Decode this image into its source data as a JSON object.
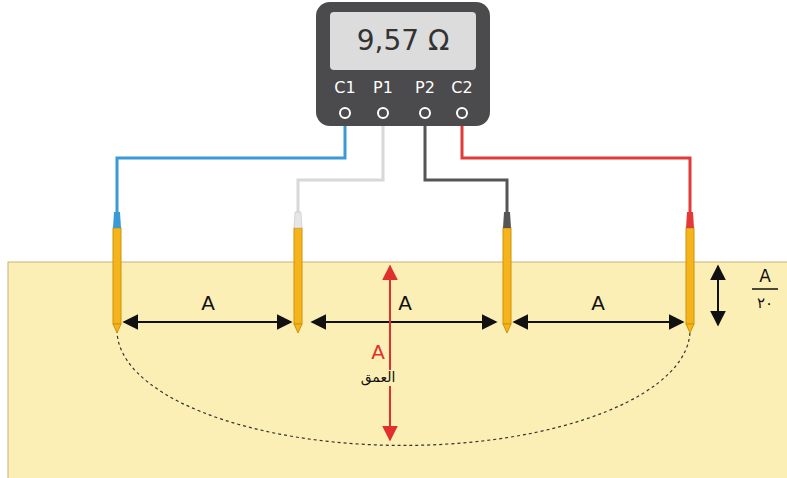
{
  "diagram": {
    "nodes": [
      {
        "text": [
          "C1",
          "P1",
          "P2",
          "C2"
        ]
      },
      {
        "text": [
          "9,57 Ω"
        ],
        "in": 0
      }
    ],
    "labels": [
      "A",
      "A",
      "A",
      "A",
      "العمق",
      "A",
      "٢٠"
    ]
  }
}
